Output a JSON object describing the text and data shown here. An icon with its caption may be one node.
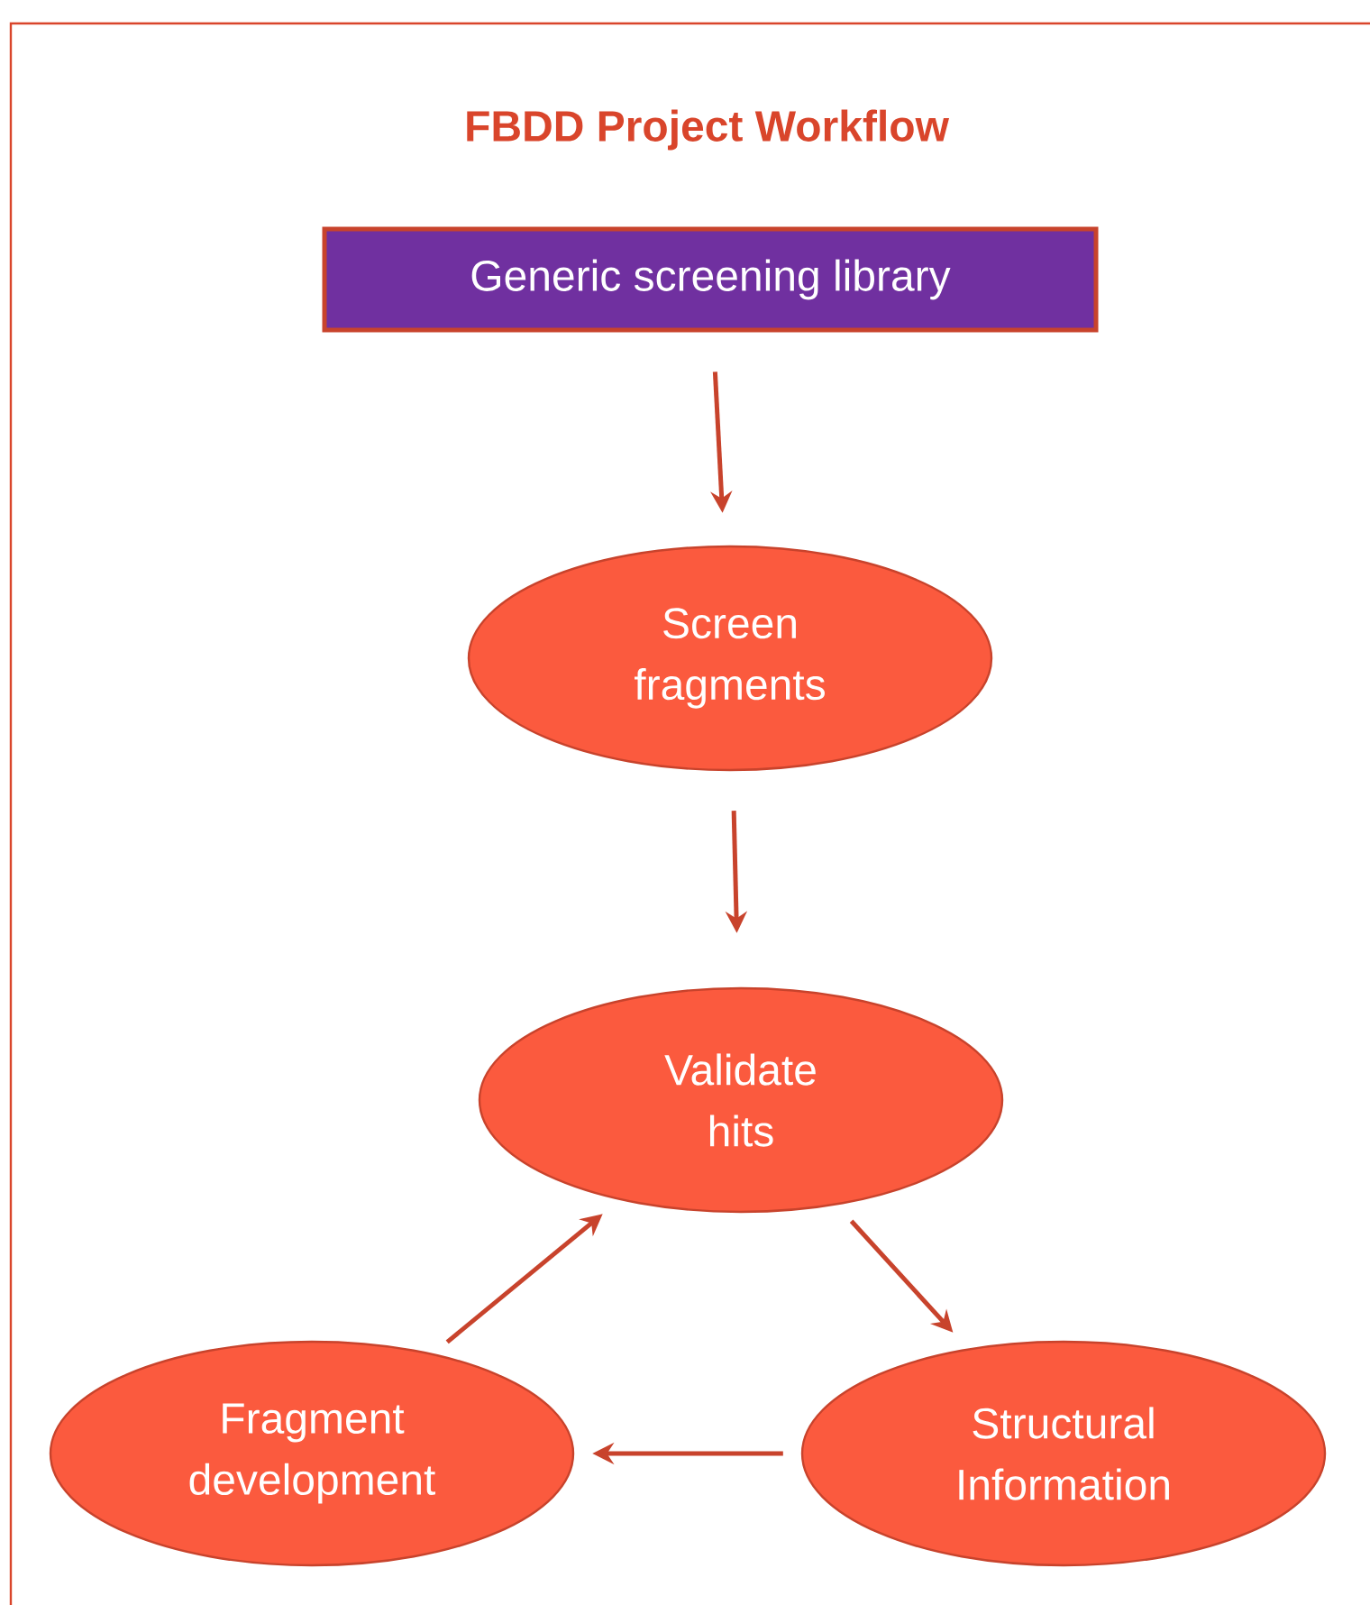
{
  "diagram": {
    "title": "FBDD Project Workflow",
    "nodes": [
      {
        "text": [
          "Generic screening library"
        ]
      },
      {
        "text": [
          "Screen fragments"
        ]
      },
      {
        "text": [
          "Validate hits"
        ]
      },
      {
        "text": [
          "Structural Information"
        ]
      },
      {
        "text": [
          "Fragment development"
        ]
      }
    ],
    "edges": [
      {
        "from": 0,
        "to": 1,
        "arrow": "to"
      },
      {
        "from": 1,
        "to": 2,
        "arrow": "to"
      },
      {
        "from": 2,
        "to": 3,
        "arrow": "to"
      },
      {
        "from": 3,
        "to": 4,
        "arrow": "to"
      },
      {
        "from": 4,
        "to": 2,
        "arrow": "to"
      }
    ]
  }
}
